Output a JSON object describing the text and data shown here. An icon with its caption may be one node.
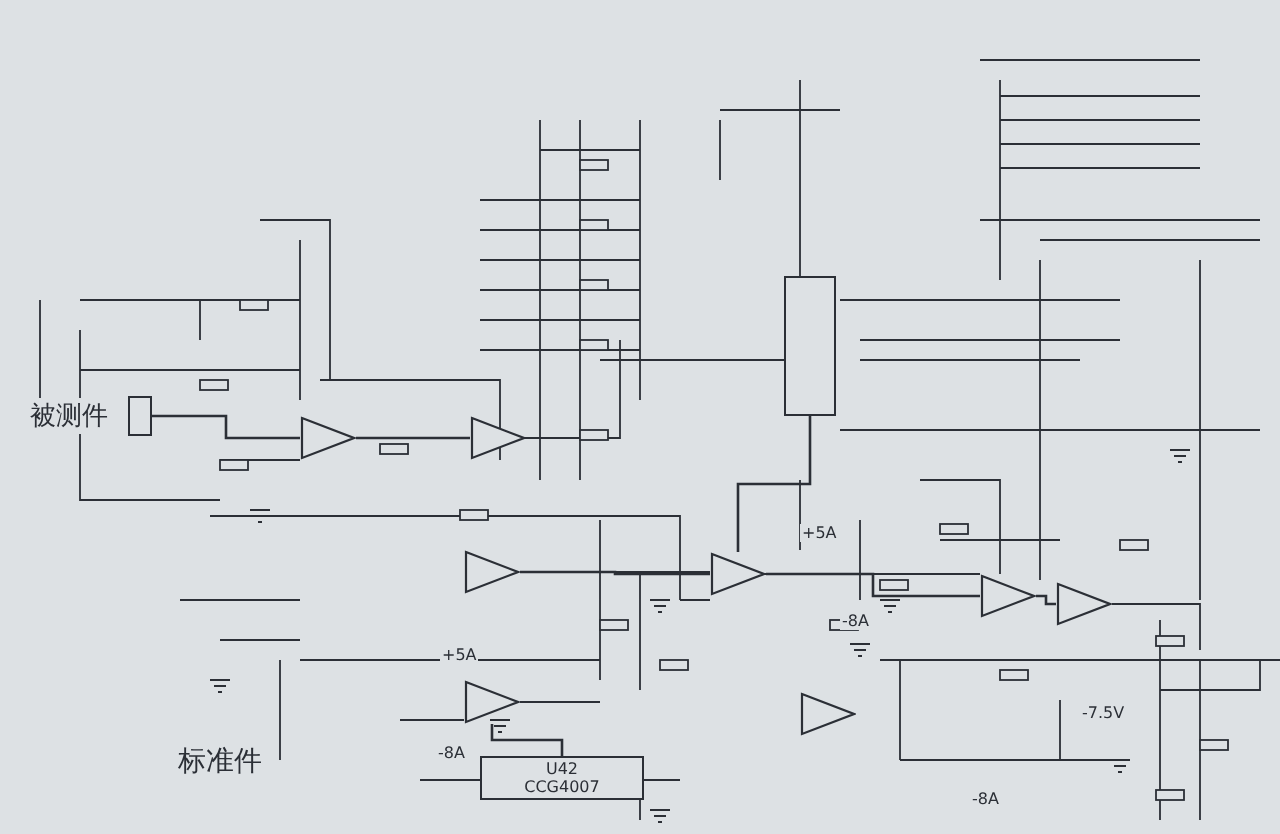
{
  "diagram": {
    "nodes": [
      {
        "text": [],
        "shape": "box",
        "beside": [
          "被测件"
        ]
      },
      {
        "text": [],
        "shape": "triangle"
      },
      {
        "text": [],
        "shape": "triangle"
      },
      {
        "text": [],
        "shape": "triangle"
      },
      {
        "text": [],
        "shape": "triangle"
      },
      {
        "text": [],
        "shape": "triangle"
      },
      {
        "text": [],
        "shape": "triangle"
      },
      {
        "text": [],
        "shape": "triangle"
      },
      {
        "text": [],
        "shape": "triangle"
      },
      {
        "text": [
          "U42",
          "CCG4007"
        ]
      },
      {
        "text": [],
        "shape": "box"
      }
    ],
    "edges": [
      {
        "from": 0,
        "to": 1,
        "arrow": "none"
      },
      {
        "from": 1,
        "to": 2,
        "arrow": "none"
      },
      {
        "from": 3,
        "to": 4,
        "arrow": "none"
      },
      {
        "from": 4,
        "to": 5,
        "arrow": "none"
      },
      {
        "from": 5,
        "to": 6,
        "arrow": "none"
      },
      {
        "from": 8,
        "to": 9,
        "arrow": "none"
      },
      {
        "from": 10,
        "to": 4,
        "arrow": "none"
      }
    ],
    "labels": [
      "标准件",
      "+5A",
      "-8A",
      "+5A",
      "-8A",
      "-7.5V",
      "-8A"
    ]
  }
}
